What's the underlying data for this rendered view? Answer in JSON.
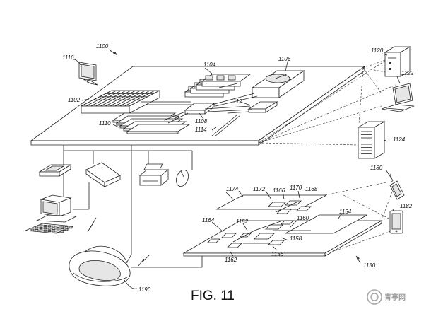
{
  "figure": {
    "caption": "FIG. 11",
    "refs": {
      "r1100": "1100",
      "r1116": "1116",
      "r1104": "1104",
      "r1106": "1106",
      "r1120": "1120",
      "r1122": "1122",
      "r1102": "1102",
      "r1112": "1112",
      "r1108": "1108",
      "r1110": "1110",
      "r1114": "1114",
      "r1124": "1124",
      "r1180": "1180",
      "r1182": "1182",
      "r1174": "1174",
      "r1172": "1172",
      "r1166": "1166",
      "r1170": "1170",
      "r1168": "1168",
      "r1154": "1154",
      "r1164": "1164",
      "r1152": "1152",
      "r1160": "1160",
      "r1158": "1158",
      "r1162": "1162",
      "r1156": "1156",
      "r1150": "1150",
      "r1190": "1190"
    }
  },
  "watermark": {
    "text": "青亭网"
  }
}
